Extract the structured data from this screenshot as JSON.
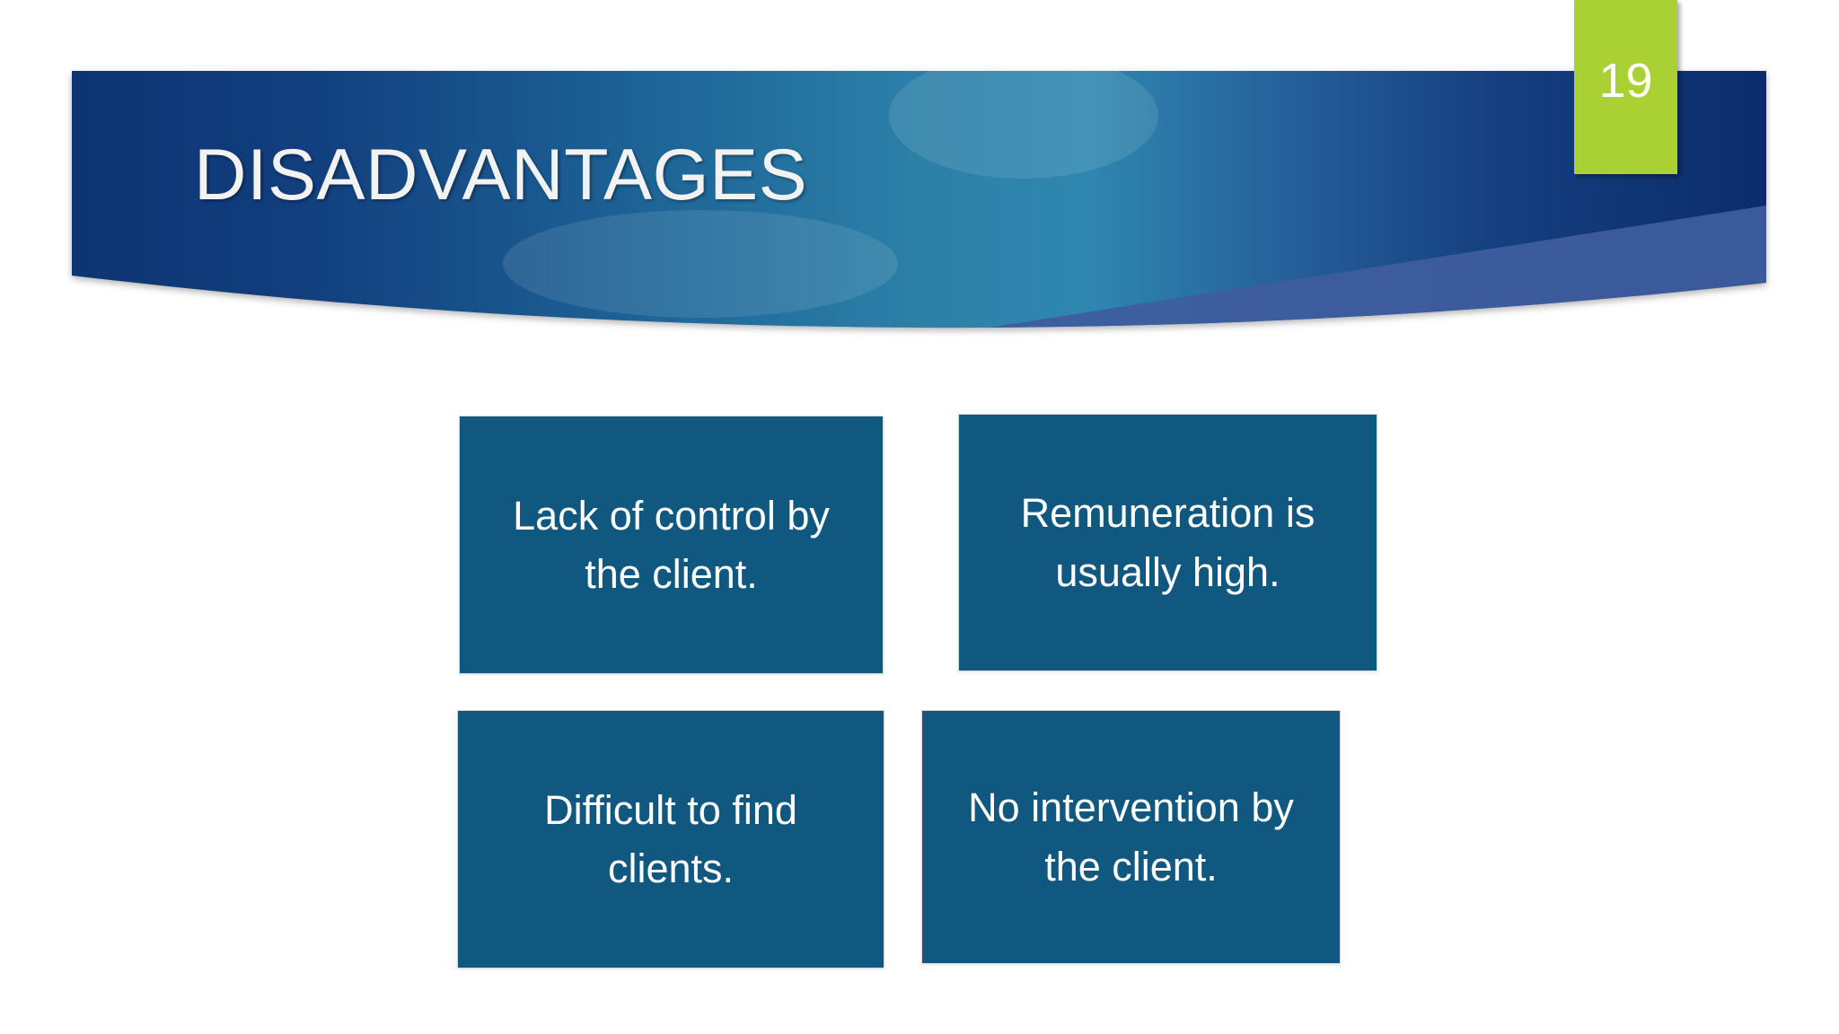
{
  "slide": {
    "title": "DISADVANTAGES",
    "page_number": "19",
    "theme": {
      "banner_navy_left": "#0d3473",
      "banner_teal_mid": "#2e82aa",
      "banner_navy_right": "#0c2c6b",
      "banner_wedge_blue": "#3e5d9e",
      "accent_green": "#a9d134",
      "box_fill": "#10587f",
      "box_border": "#dcdcdc",
      "title_color": "#f2f2f2",
      "box_text_color": "#ffffff",
      "background": "#ffffff"
    }
  },
  "content_boxes": [
    {
      "id": "box-1",
      "text": "Lack of control by the client."
    },
    {
      "id": "box-2",
      "text": "Remuneration is usually high."
    },
    {
      "id": "box-3",
      "text": "Difficult to find clients."
    },
    {
      "id": "box-4",
      "text": "No intervention by the client."
    }
  ]
}
